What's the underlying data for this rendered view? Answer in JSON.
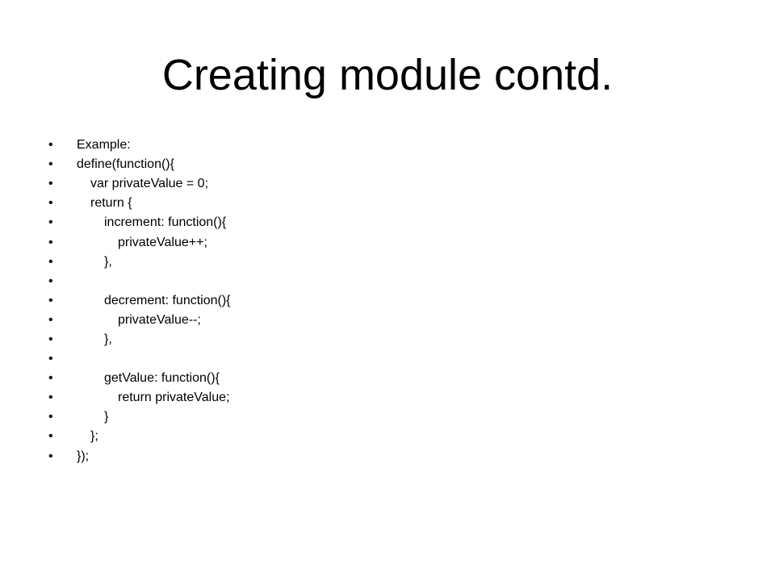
{
  "slide": {
    "title": "Creating module contd.",
    "bullet_symbol": "•",
    "lines": [
      {
        "text": "Example:",
        "indent": 0
      },
      {
        "text": "define(function(){",
        "indent": 0
      },
      {
        "text": "var privateValue = 0;",
        "indent": 1
      },
      {
        "text": "return {",
        "indent": 1
      },
      {
        "text": "increment: function(){",
        "indent": 2
      },
      {
        "text": "privateValue++;",
        "indent": 3
      },
      {
        "text": "},",
        "indent": 2
      },
      {
        "text": "",
        "indent": 0
      },
      {
        "text": "decrement: function(){",
        "indent": 2
      },
      {
        "text": "privateValue--;",
        "indent": 3
      },
      {
        "text": "},",
        "indent": 2
      },
      {
        "text": "",
        "indent": 0
      },
      {
        "text": "getValue: function(){",
        "indent": 2
      },
      {
        "text": "return privateValue;",
        "indent": 3
      },
      {
        "text": "}",
        "indent": 2
      },
      {
        "text": "};",
        "indent": 1
      },
      {
        "text": "});",
        "indent": 0
      }
    ]
  }
}
